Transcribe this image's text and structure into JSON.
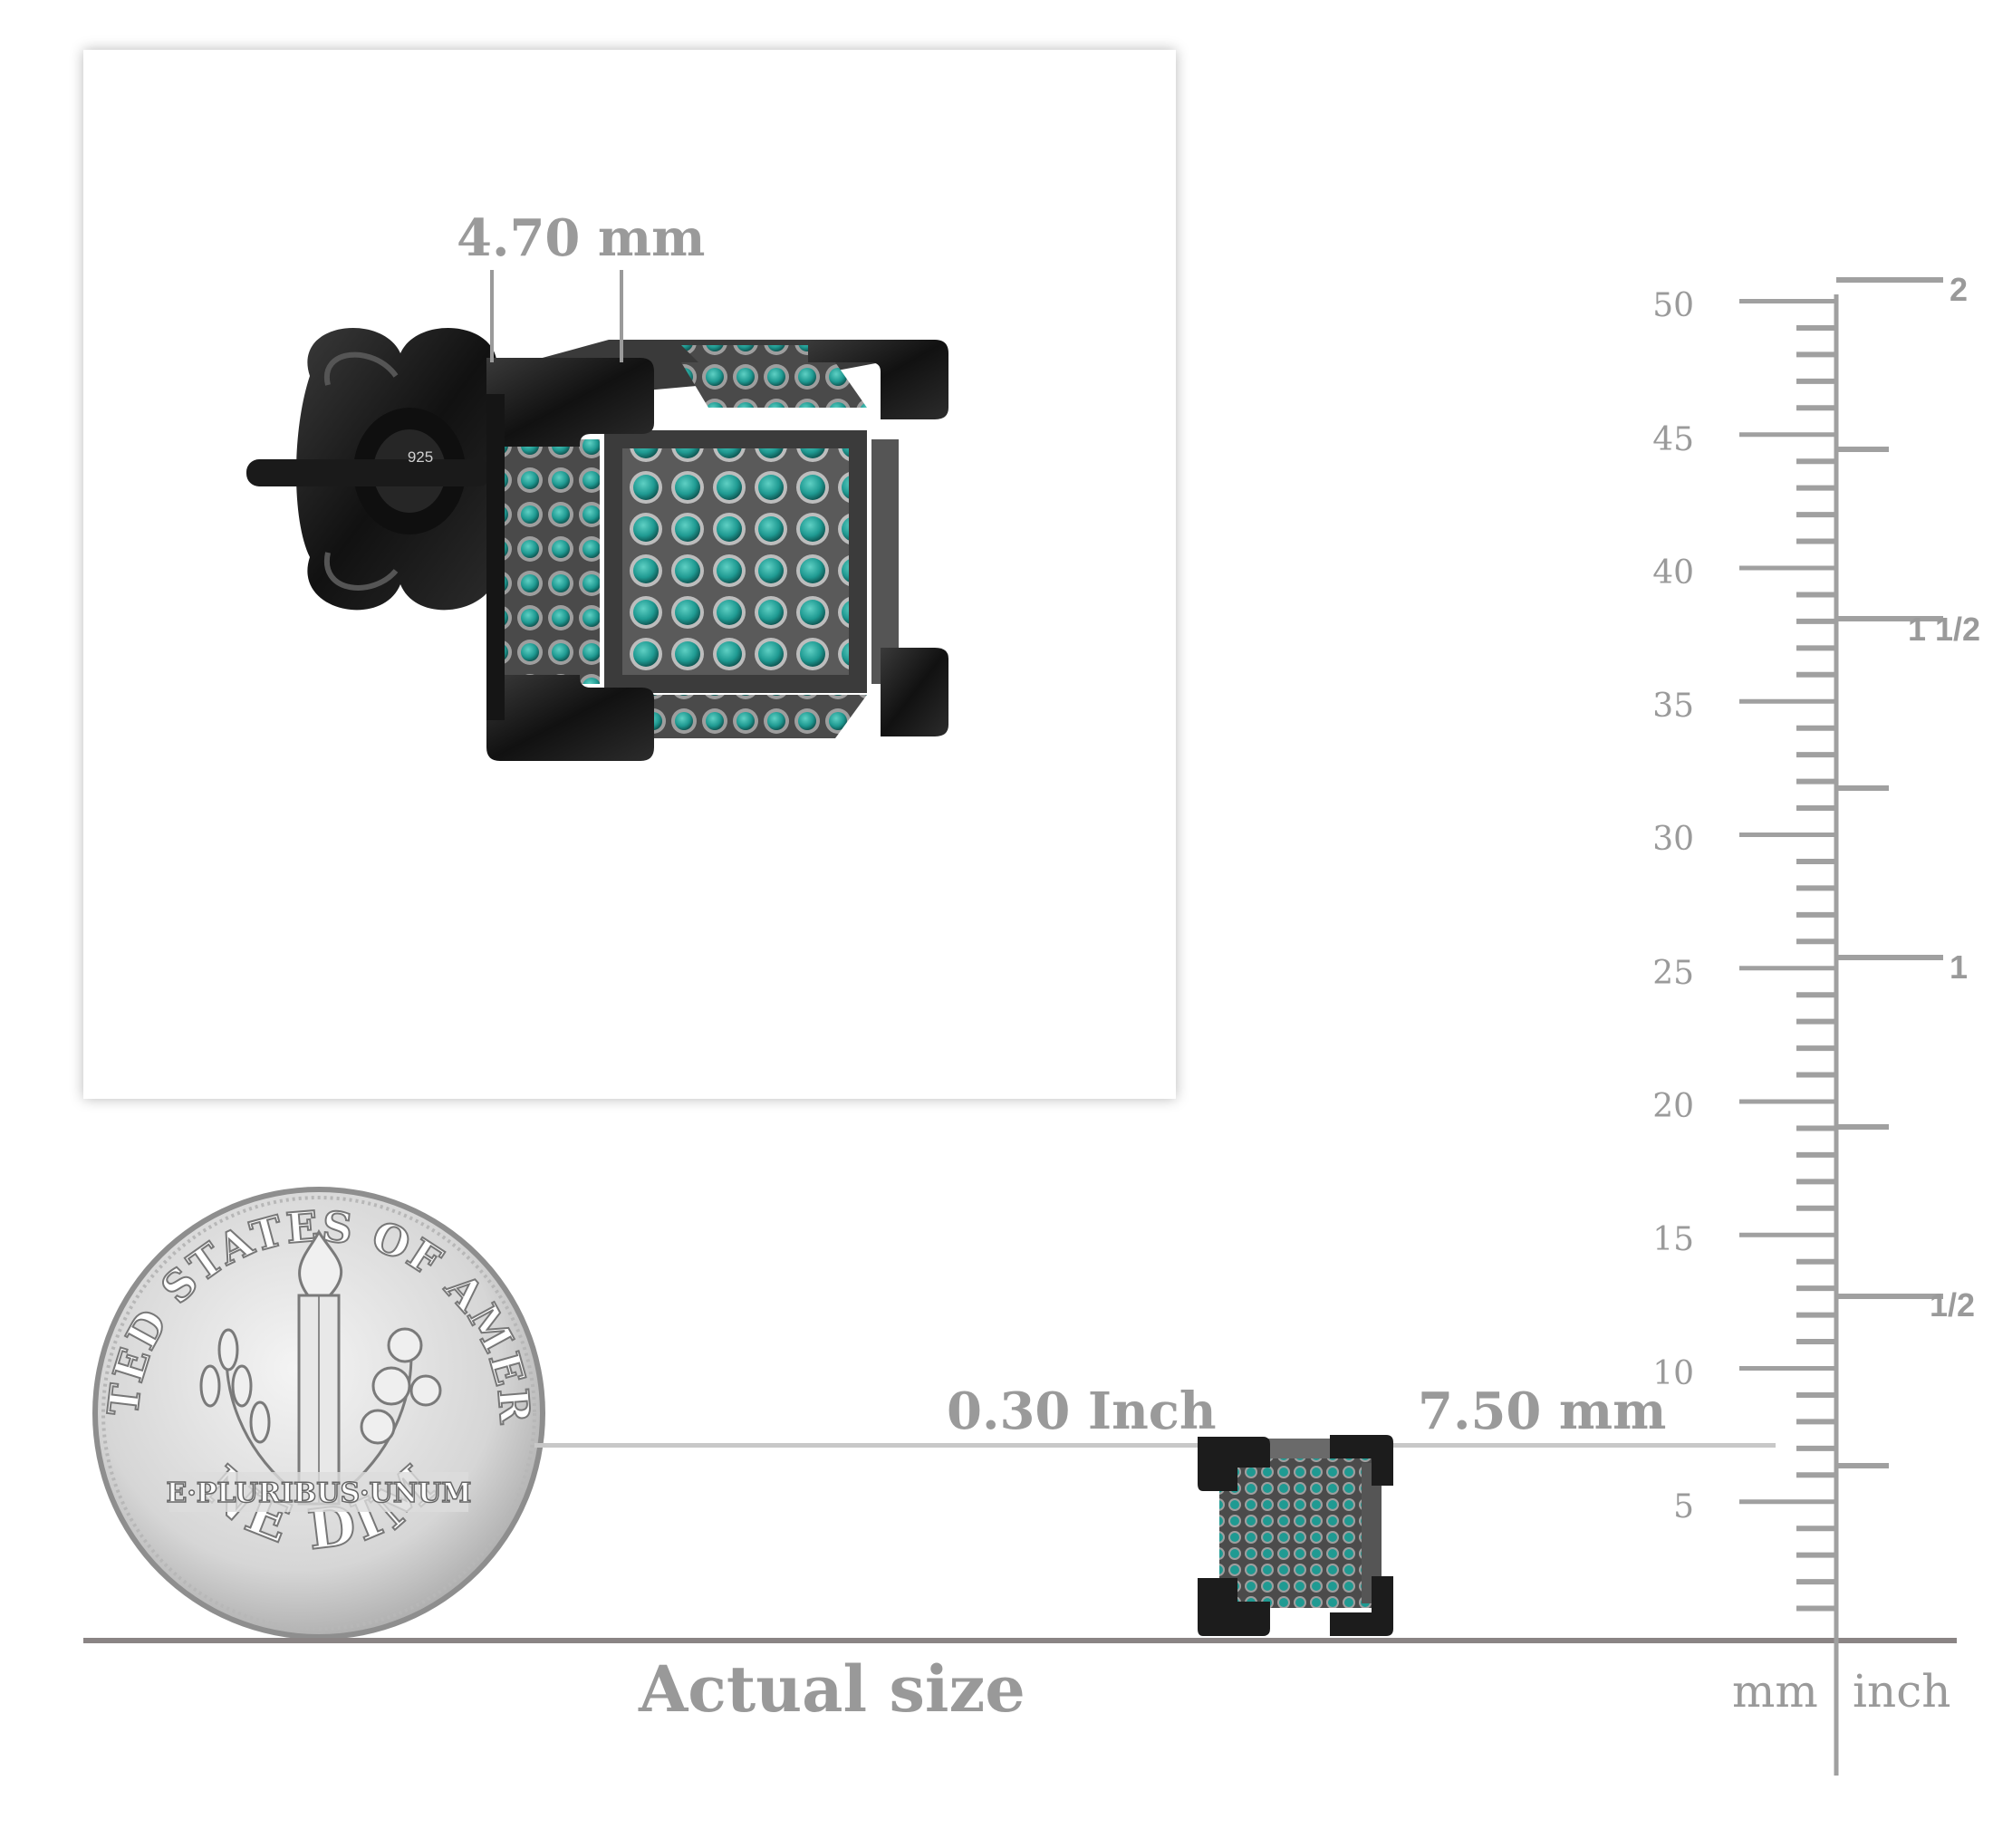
{
  "photo": {
    "width_label": "4.70 mm",
    "stamp": "925"
  },
  "actual_size": {
    "height_inch_label": "0.30 Inch",
    "height_mm_label": "7.50 mm",
    "caption": "Actual size"
  },
  "coin": {
    "top_text": "UNITED STATES OF AMERICA",
    "motto": "E·PLURIBUS·UNUM",
    "bottom_text": "ONE DIME"
  },
  "ruler": {
    "mm_labels": [
      "50",
      "45",
      "40",
      "35",
      "30",
      "25",
      "20",
      "15",
      "10",
      "5"
    ],
    "inch_labels": [
      "2",
      "1 1/2",
      "1",
      "1/2"
    ],
    "mm_unit": "mm",
    "inch_unit": "inch"
  },
  "colors": {
    "label_gray": "#9a9a9a",
    "ruler_gray": "#a0a0a0",
    "baseline": "#8a8484",
    "metal_dark": "#1c1c1c",
    "stone_teal": "#1f9a92"
  }
}
